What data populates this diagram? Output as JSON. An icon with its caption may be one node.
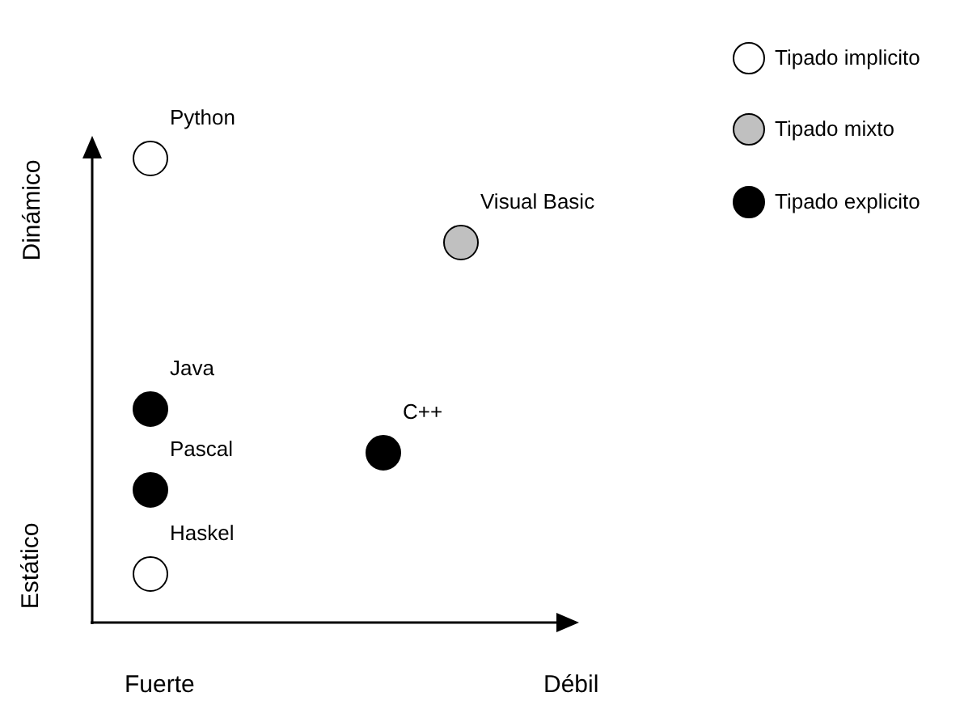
{
  "diagram": {
    "nodes": [
      {
        "text": [
          "Python"
        ]
      },
      {
        "text": [
          "Visual Basic"
        ]
      },
      {
        "text": [
          "Java"
        ]
      },
      {
        "text": [
          "C++"
        ]
      },
      {
        "text": [
          "Pascal"
        ]
      },
      {
        "text": [
          "Haskel"
        ]
      }
    ],
    "labels": [
      "Dinámico",
      "Estático",
      "Fuerte",
      "Débil"
    ],
    "legend": [
      {
        "text": "Tipado implicito",
        "color": "#ffffff"
      },
      {
        "text": "Tipado mixto",
        "color": "#c0c0c0"
      },
      {
        "text": "Tipado explicito",
        "color": "#000000"
      }
    ]
  }
}
